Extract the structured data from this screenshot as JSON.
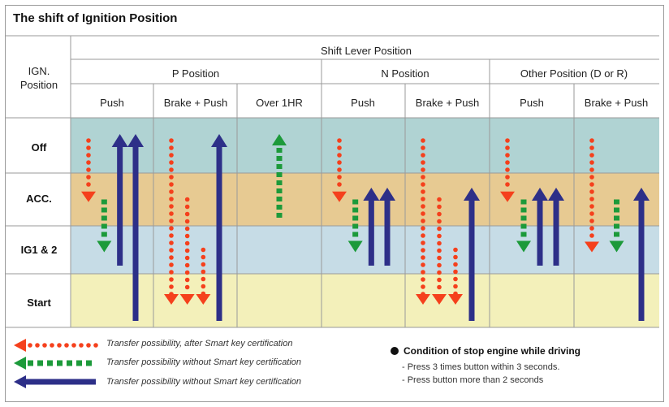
{
  "title": "The shift of Ignition Position",
  "header": {
    "shift_lever": "Shift Lever Position",
    "ign_position": [
      "IGN.",
      "Position"
    ],
    "groups": [
      "P Position",
      "N Position",
      "Other Position (D or R)"
    ],
    "columns": [
      "Push",
      "Brake + Push",
      "Over 1HR",
      "Push",
      "Brake + Push",
      "Push",
      "Brake + Push"
    ]
  },
  "rows": [
    "Off",
    "ACC.",
    "IG1 & 2",
    "Start"
  ],
  "colors": {
    "off": "#b0d3d3",
    "acc": "#e7ca92",
    "ig": "#c6dce6",
    "start": "#f3f0ba",
    "red_arrow": "#f5401c",
    "green_arrow": "#1c9a3a",
    "blue_arrow": "#2d2f88",
    "border": "#9a9a9a"
  },
  "transitions": [
    {
      "col": 0,
      "kind": "red",
      "from": "Off",
      "to": "ACC."
    },
    {
      "col": 0,
      "kind": "green",
      "from": "ACC.",
      "to": "IG1 & 2"
    },
    {
      "col": 0,
      "kind": "blue",
      "from": "IG1 & 2",
      "to": "Off"
    },
    {
      "col": 0,
      "kind": "blue",
      "from": "Start",
      "to": "Off"
    },
    {
      "col": 1,
      "kind": "red",
      "from": "Off",
      "to": "Start"
    },
    {
      "col": 1,
      "kind": "red",
      "from": "ACC.",
      "to": "Start"
    },
    {
      "col": 1,
      "kind": "red",
      "from": "IG1 & 2",
      "to": "Start"
    },
    {
      "col": 1,
      "kind": "blue",
      "from": "Start",
      "to": "Off"
    },
    {
      "col": 2,
      "kind": "green",
      "from": "ACC.",
      "to": "Off"
    },
    {
      "col": 3,
      "kind": "red",
      "from": "Off",
      "to": "ACC."
    },
    {
      "col": 3,
      "kind": "green",
      "from": "ACC.",
      "to": "IG1 & 2"
    },
    {
      "col": 3,
      "kind": "blue",
      "from": "IG1 & 2",
      "to": "ACC."
    },
    {
      "col": 3,
      "kind": "blue",
      "from": "IG1 & 2",
      "to": "ACC."
    },
    {
      "col": 4,
      "kind": "red",
      "from": "Off",
      "to": "Start"
    },
    {
      "col": 4,
      "kind": "red",
      "from": "ACC.",
      "to": "Start"
    },
    {
      "col": 4,
      "kind": "red",
      "from": "IG1 & 2",
      "to": "Start"
    },
    {
      "col": 4,
      "kind": "blue",
      "from": "Start",
      "to": "ACC."
    },
    {
      "col": 5,
      "kind": "red",
      "from": "Off",
      "to": "ACC."
    },
    {
      "col": 5,
      "kind": "green",
      "from": "ACC.",
      "to": "IG1 & 2"
    },
    {
      "col": 5,
      "kind": "blue",
      "from": "IG1 & 2",
      "to": "ACC."
    },
    {
      "col": 5,
      "kind": "blue",
      "from": "IG1 & 2",
      "to": "ACC."
    },
    {
      "col": 6,
      "kind": "red",
      "from": "Off",
      "to": "IG1 & 2"
    },
    {
      "col": 6,
      "kind": "green",
      "from": "ACC.",
      "to": "IG1 & 2"
    },
    {
      "col": 6,
      "kind": "blue",
      "from": "Start",
      "to": "ACC."
    }
  ],
  "legend": [
    {
      "kind": "red",
      "text": "Transfer possibility, after Smart key certification"
    },
    {
      "kind": "green",
      "text": "Transfer possibility without Smart key certification"
    },
    {
      "kind": "blue",
      "text": "Transfer possibility without Smart key certification"
    }
  ],
  "condition": {
    "title": "Condition of stop engine while driving",
    "items": [
      "- Press 3 times button within 3 seconds.",
      "- Press button more than 2 seconds"
    ]
  }
}
